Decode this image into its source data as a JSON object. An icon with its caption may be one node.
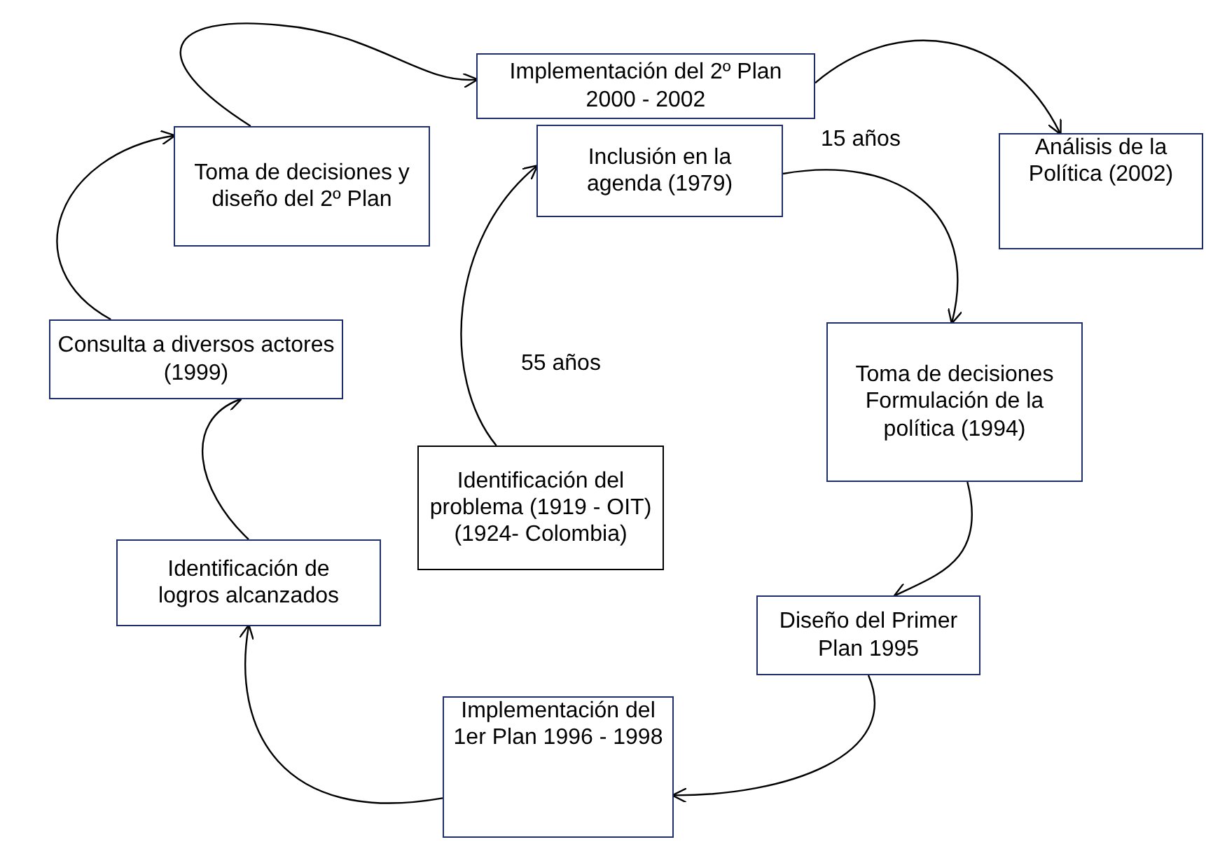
{
  "diagram": {
    "nodes": [
      {
        "text": [
          "Identificación del problema (1919 - OIT) (1924- Colombia)"
        ]
      },
      {
        "text": [
          "Inclusión en la agenda (1979)"
        ]
      },
      {
        "text": [
          "Toma de decisiones Formulación de la política (1994)"
        ]
      },
      {
        "text": [
          "Diseño del Primer Plan 1995"
        ]
      },
      {
        "text": [
          "Implementación del 1er Plan 1996 - 1998"
        ]
      },
      {
        "text": [
          "Identificación de logros alcanzados"
        ]
      },
      {
        "text": [
          "Consulta a diversos actores (1999)"
        ]
      },
      {
        "text": [
          "Toma de decisiones y diseño del 2º Plan"
        ]
      },
      {
        "text": [
          "Implementación del 2º Plan 2000 - 2002"
        ]
      },
      {
        "text": [
          "Análisis de la Política  (2002)"
        ]
      }
    ],
    "edges": [
      {
        "from": 0,
        "to": 1,
        "arrow": "to",
        "label": "55 años"
      },
      {
        "from": 1,
        "to": 2,
        "arrow": "to",
        "label": "15 años"
      },
      {
        "from": 2,
        "to": 3,
        "arrow": "to"
      },
      {
        "from": 3,
        "to": 4,
        "arrow": "to"
      },
      {
        "from": 4,
        "to": 5,
        "arrow": "to"
      },
      {
        "from": 5,
        "to": 6,
        "arrow": "to"
      },
      {
        "from": 6,
        "to": 7,
        "arrow": "to"
      },
      {
        "from": 7,
        "to": 8,
        "arrow": "to"
      },
      {
        "from": 8,
        "to": 9,
        "arrow": "to"
      }
    ]
  }
}
